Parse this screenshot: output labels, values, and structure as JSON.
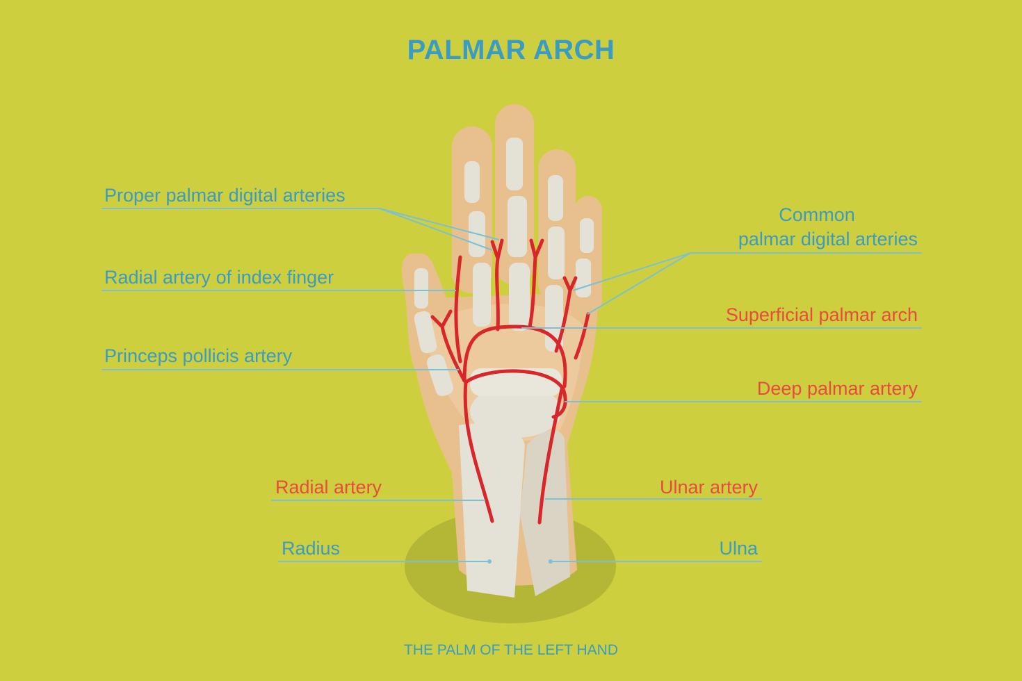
{
  "title": "PALMAR ARCH",
  "caption": "THE PALM OF THE LEFT HAND",
  "colors": {
    "background": "#cdcf3e",
    "label_blue": "#3a9cc2",
    "label_red": "#e84b3e",
    "artery": "#d8262a",
    "skin": "#e8c08e",
    "bone": "#e4e1d6"
  },
  "labels": {
    "proper_digital": "Proper palmar digital arteries",
    "radial_index": "Radial artery of index finger",
    "princeps_pollicis": "Princeps pollicis artery",
    "common_digital_line1": "Common",
    "common_digital_line2": "palmar digital arteries",
    "superficial_arch": "Superficial palmar arch",
    "deep_palmar": "Deep palmar artery",
    "radial_artery": "Radial artery",
    "ulnar_artery": "Ulnar artery",
    "radius": "Radius",
    "ulna": "Ulna"
  }
}
